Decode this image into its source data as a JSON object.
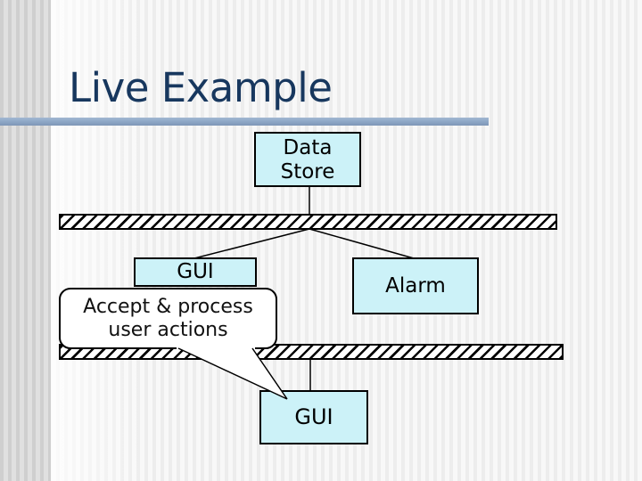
{
  "slide": {
    "title": "Live Example"
  },
  "colors": {
    "accent": "#17375E",
    "rule": "#8FA9C8",
    "box-fill": "#CCF2F8",
    "box-border": "#000000",
    "hatch": "#000000"
  },
  "diagram": {
    "nodes": [
      {
        "id": "data-store",
        "label": "Data Store",
        "lines": [
          "Data",
          "Store"
        ]
      },
      {
        "id": "gui-top",
        "label": "GUI"
      },
      {
        "id": "alarm",
        "label": "Alarm"
      },
      {
        "id": "gui-bottom",
        "label": "GUI"
      }
    ],
    "buses": [
      {
        "id": "bus-top"
      },
      {
        "id": "bus-bottom"
      }
    ],
    "callout": {
      "lines": [
        "Accept & process",
        "user actions"
      ]
    }
  }
}
